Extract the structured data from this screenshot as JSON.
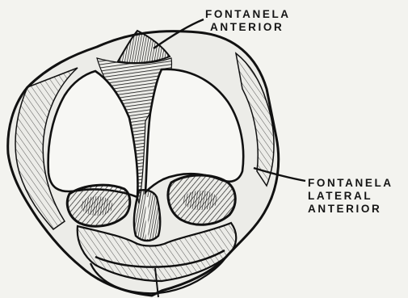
{
  "labels": {
    "anterior": {
      "line1": "FONTANELA",
      "line2": "ANTERIOR"
    },
    "lateral": {
      "line1": "FONTANELA",
      "line2": "LATERAL",
      "line3": "ANTERIOR"
    }
  },
  "colors": {
    "ink": "#151515",
    "paper": "#f3f3ef"
  }
}
